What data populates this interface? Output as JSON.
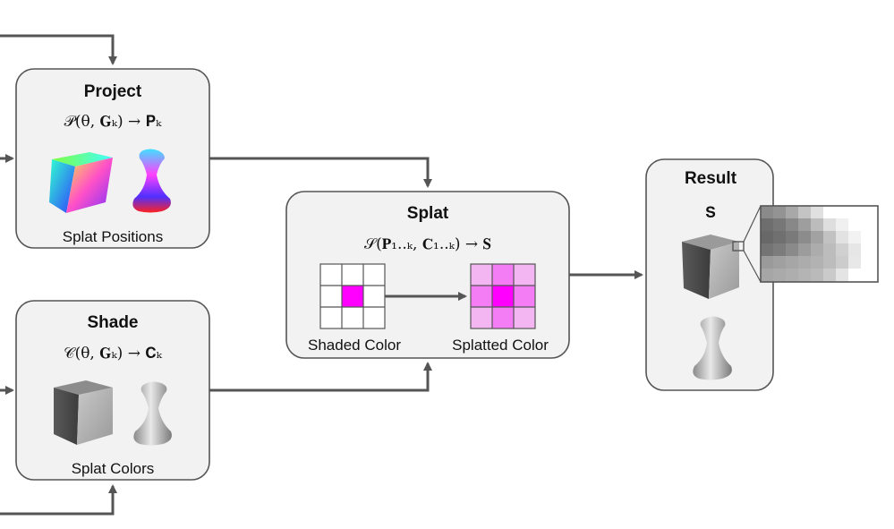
{
  "project": {
    "title": "Project",
    "formula": "𝒫(θ, 𝐆ₖ) → 𝐏ₖ",
    "caption": "Splat Positions"
  },
  "shade": {
    "title": "Shade",
    "formula": "𝒞(θ, 𝐆ₖ) → 𝐂ₖ",
    "caption": "Splat Colors"
  },
  "splat": {
    "title": "Splat",
    "formula": "𝒮(𝐏₁..ₖ, 𝐂₁..ₖ) → 𝐒",
    "left_caption": "Shaded Color",
    "right_caption": "Splatted Color"
  },
  "result": {
    "title": "Result",
    "symbol": "𝐒"
  },
  "colors": {
    "box_fill": "#f2f2f2",
    "box_stroke": "#555555",
    "magenta": "#ff00ff",
    "light_magenta": "#f3b6f3",
    "mid_magenta": "#f47cf4"
  }
}
